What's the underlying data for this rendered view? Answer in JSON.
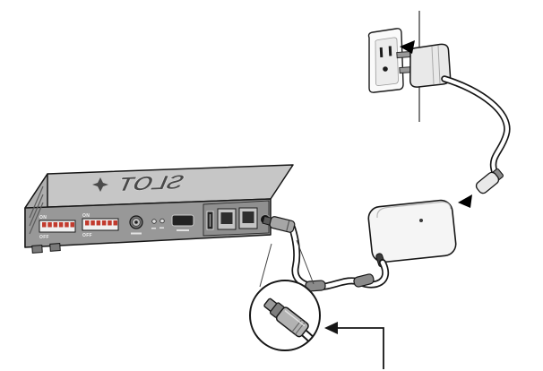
{
  "device": {
    "logo_text": "SLOT",
    "dip_left": {
      "top": "ON",
      "bottom": "OFF"
    },
    "dip_right": {
      "top": "ON",
      "bottom": "OFF"
    }
  },
  "colors": {
    "outline": "#161616",
    "device_top": "#c6c6c6",
    "device_front": "#989898",
    "device_side": "#aeaeae",
    "panel_module": "#8f8f8f",
    "adapter_body": "#f5f5f5",
    "cable_core": "#ffffff",
    "dip_base": "#f0f0f0",
    "dip_red": "#c23b2e",
    "metal": "#c4c4c4",
    "dark_port": "#232323",
    "bead": "#8a8a8a",
    "plug_body": "#e9e9e9",
    "outlet_plate": "#fafafa"
  },
  "parts": [
    "wall-outlet",
    "power-plug",
    "power-cord",
    "appliance-plug",
    "ac-adapter",
    "dc-cord",
    "ferrite-beads",
    "set-top-box",
    "dip-switches",
    "rf-connector",
    "status-leds",
    "av-port",
    "usb-port",
    "lan-ports",
    "dc-jack",
    "dc-plug",
    "magnified-dc-plug",
    "callout-arrow"
  ]
}
